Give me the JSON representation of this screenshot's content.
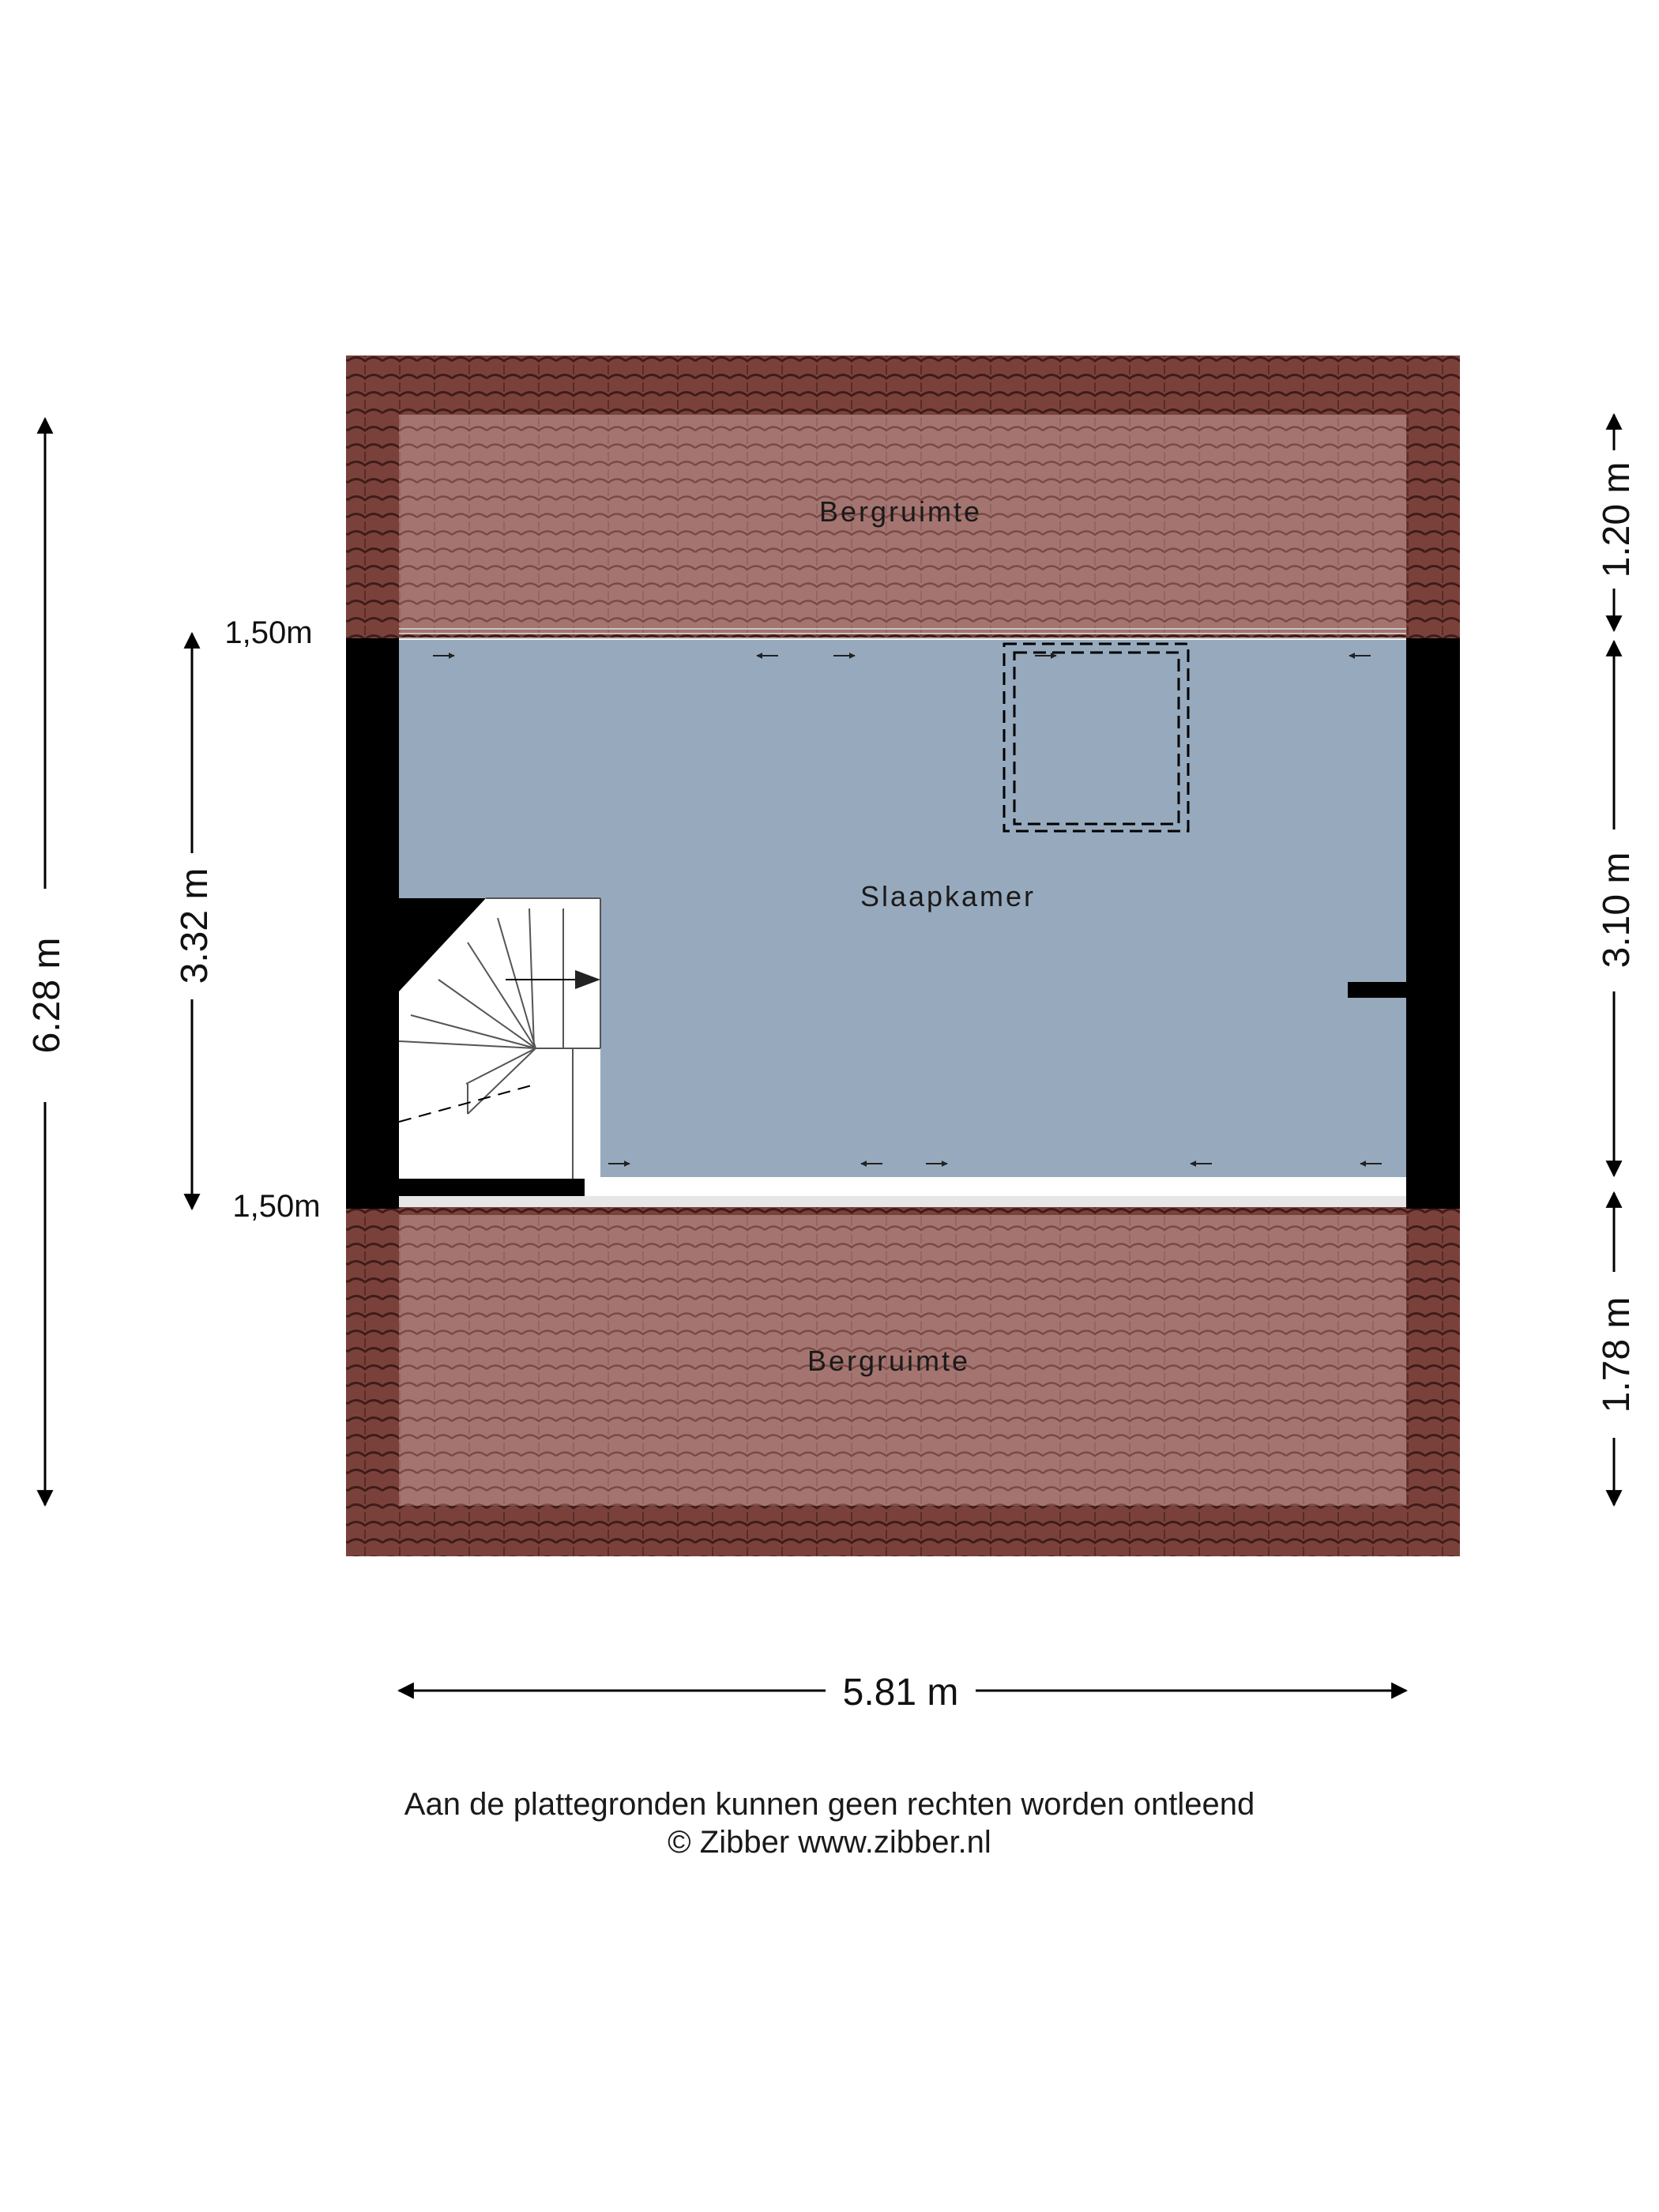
{
  "rooms": {
    "top_storage": "Bergruimte",
    "bedroom": "Slaapkamer",
    "bottom_storage": "Bergruimte"
  },
  "ceiling_heights": {
    "upper": "1,50m",
    "lower": "1,50m"
  },
  "dimensions": {
    "total_height": "6.28 m",
    "room_depth": "3.32 m",
    "width": "5.81 m",
    "right_top": "1.20 m",
    "right_middle": "3.10 m",
    "right_bottom": "1.78 m"
  },
  "footer": {
    "disclaimer": "Aan de plattegronden kunnen geen rechten worden ontleend",
    "copyright": "© Zibber www.zibber.nl"
  },
  "colors": {
    "roof_tile": "#7a3f3a",
    "storage_overlay": "#b48c88",
    "room_floor": "#97a9bd",
    "wall": "#000000"
  }
}
